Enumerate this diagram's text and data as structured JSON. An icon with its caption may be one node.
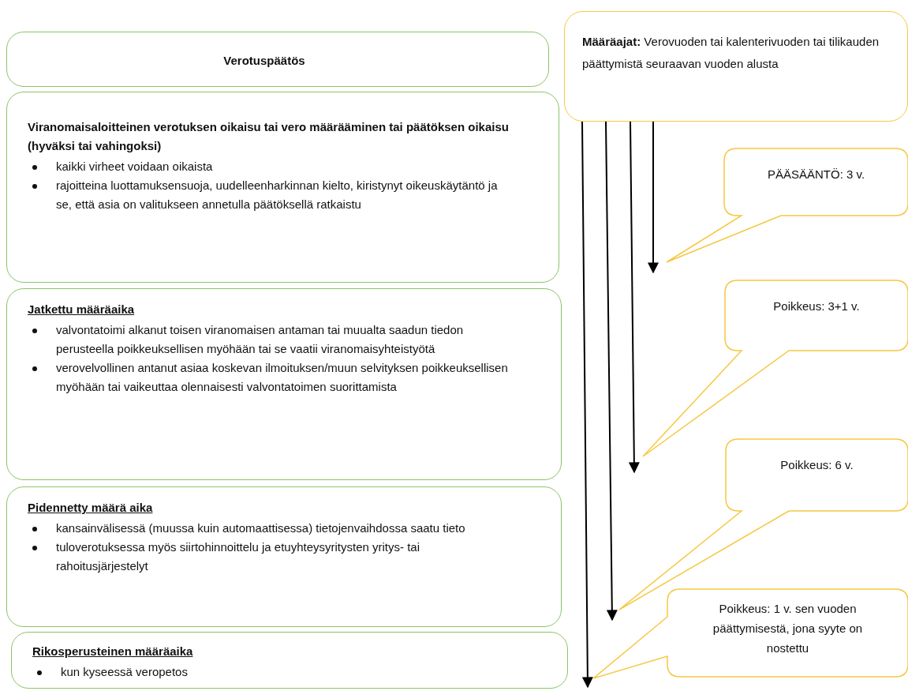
{
  "diagram": {
    "nodes": [
      {
        "text": [
          "Verotuspäätös"
        ]
      },
      {
        "text": [
          "Viranomaisaloitteinen verotuksen oikaisu tai vero määrääminen tai päätöksen oikaisu (hyväksi tai vahingoksi)",
          "kaikki virheet voidaan oikaista",
          "rajoitteina luottamuksensuoja, uudelleenharkinnan kielto, kiristynyt oikeuskäytäntö ja se, että asia on valitukseen annetulla päätöksellä ratkaistu"
        ]
      },
      {
        "text": [
          "Jatkettu määräaika",
          "valvontatoimi alkanut toisen viranomaisen antaman tai muualta saadun tiedon perusteella poikkeuksellisen myöhään tai se vaatii viranomaisyhteistyötä",
          "verovelvollinen antanut asiaa koskevan ilmoituksen/muun selvityksen poikkeuksellisen myöhään tai vaikeuttaa olennaisesti valvontatoimen suorittamista"
        ]
      },
      {
        "text": [
          "Pidennetty määrä aika",
          "kansainvälisessä (muussa kuin automaattisessa) tietojenvaihdossa saatu tieto",
          "tuloverotuksessa myös siirtohinnoittelu ja etuyhteysyritysten yritys- tai rahoitusjärjestelyt"
        ]
      },
      {
        "text": [
          "Rikosperusteinen määräaika",
          "kun kyseessä veropetos"
        ]
      },
      {
        "text": [
          "**Määräajat:** Verovuoden tai kalenterivuoden tai tilikauden päättymistä seuraavan vuoden alusta"
        ]
      },
      {
        "text": [
          "PÄÄSÄÄNTÖ: 3 v."
        ]
      },
      {
        "text": [
          "Poikkeus: 3+1 v."
        ]
      },
      {
        "text": [
          "Poikkeus: 6 v."
        ]
      },
      {
        "text": [
          "Poikkeus: 1 v. sen vuoden päättymisestä, jona syyte on nostettu"
        ]
      }
    ],
    "edges": [
      {
        "from": 5,
        "to": 6,
        "arrow": "to"
      },
      {
        "from": 5,
        "to": 7,
        "arrow": "to"
      },
      {
        "from": 5,
        "to": 8,
        "arrow": "to"
      },
      {
        "from": 5,
        "to": 9,
        "arrow": "to"
      }
    ]
  }
}
